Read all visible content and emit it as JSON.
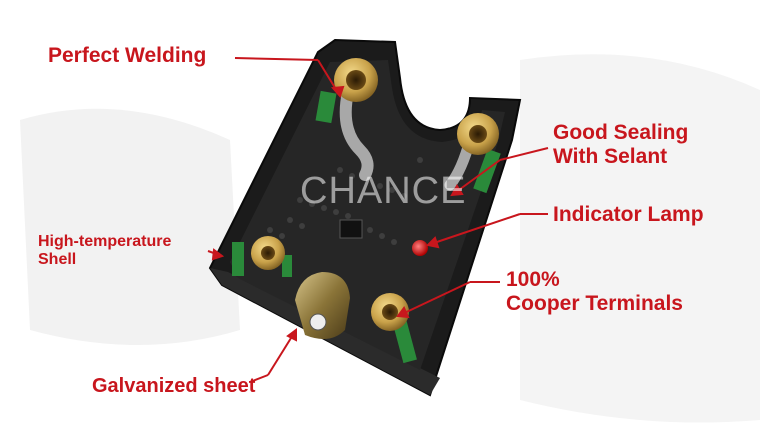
{
  "labels": {
    "perfect_welding": "Perfect Welding",
    "good_sealing_line1": "Good Sealing",
    "good_sealing_line2": "With Selant",
    "indicator_lamp": "Indicator Lamp",
    "shell_line1": "High-temperature",
    "shell_line2": "Shell",
    "copper_line1": "100%",
    "copper_line2": "Cooper Terminals",
    "galvanized": "Galvanized sheet"
  },
  "watermark": "CHANCE",
  "colors": {
    "label_red": "#c8161d",
    "body_black": "#1b1b1b",
    "brass": "#c9a24a",
    "pcb_green": "#2a8a3a",
    "led_red": "#e01818"
  }
}
